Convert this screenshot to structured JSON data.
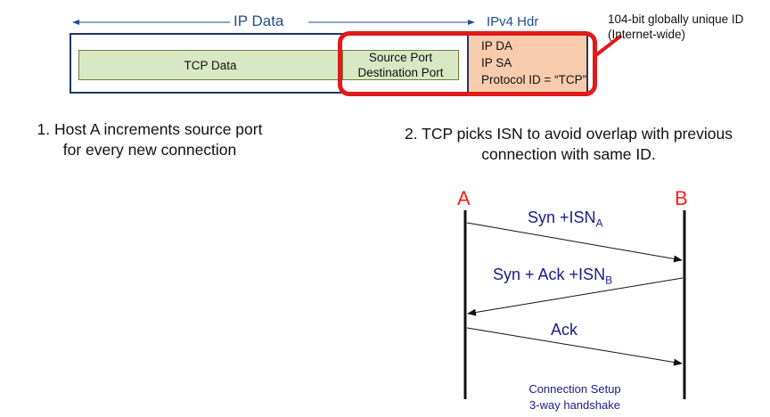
{
  "header": {
    "ip_data_label": "IP Data",
    "ipv4_hdr_label": "IPv4 Hdr",
    "id_note_line1": "104-bit globally unique ID",
    "id_note_line2": "(Internet-wide)"
  },
  "packet": {
    "tcp_data": "TCP Data",
    "source_port": "Source Port",
    "destination_port": "Destination Port",
    "ip_da": "IP DA",
    "ip_sa": "IP SA",
    "protocol_id": "Protocol ID = “TCP”"
  },
  "steps": {
    "step1_line1": "1. Host A increments source port",
    "step1_line2": "for every new connection",
    "step2_line1": "2. TCP picks ISN to avoid overlap with previous",
    "step2_line2": "connection with same ID."
  },
  "handshake": {
    "host_a": "A",
    "host_b": "B",
    "msg1_text": "Syn +ISN",
    "msg1_sub": "A",
    "msg2_text": "Syn + Ack +ISN",
    "msg2_sub": "B",
    "msg3_text": "Ack",
    "caption_line1": "Connection Setup",
    "caption_line2": "3-way handshake"
  },
  "colors": {
    "accent_red": "#e11a1a",
    "header_blue": "#1f4e8c",
    "message_navy": "#1a1a8c",
    "green_fill": "#d9e8c4",
    "orange_fill": "#f8cbad"
  }
}
